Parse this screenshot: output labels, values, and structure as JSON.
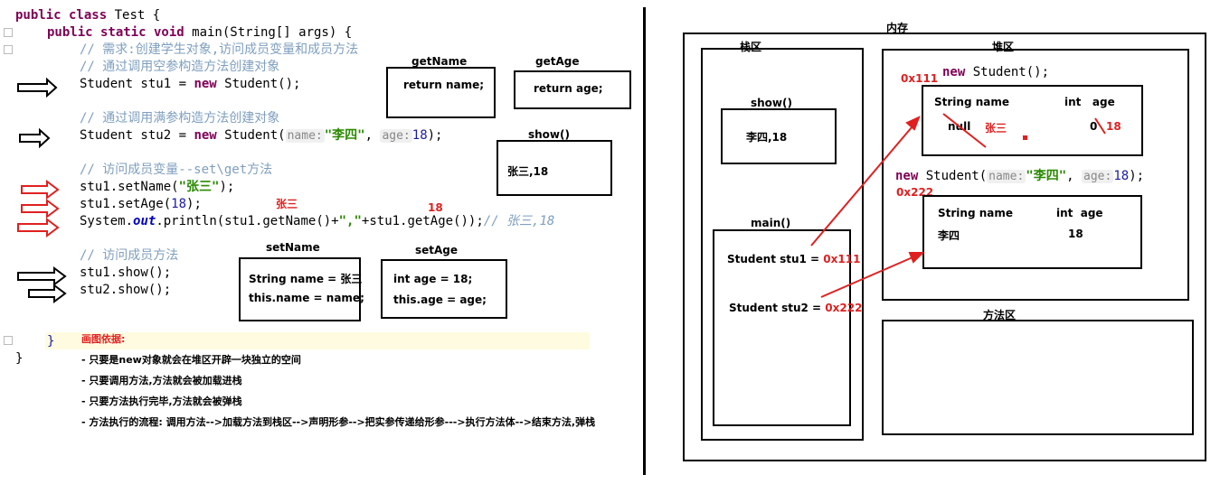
{
  "code": {
    "l1_kw": "public class",
    "l1_rest": " Test {",
    "l2_kw": "public static void",
    "l2_rest": " main(String[] args) {",
    "c1": "// 需求:创建学生对象,访问成员变量和成员方法",
    "c2": "// 通过调用空参构造方法创建对象",
    "l5_a": "Student stu1 = ",
    "l5_kw": "new",
    "l5_b": " Student();",
    "c3": "// 通过调用满参构造方法创建对象",
    "l8_a": "Student stu2 = ",
    "l8_kw": "new",
    "l8_b": " Student(",
    "hint_name": "name:",
    "str_lisi": "\"李四\"",
    "hint_age": "age:",
    "num_18": "18",
    "l8_end": ");",
    "c4": "// 访问成员变量--set\\get方法",
    "l11_a": "stu1.setName(",
    "str_zhangsan": "\"张三\"",
    "l11_b": ");",
    "l12_a": "stu1.setAge(",
    "l12_num": "18",
    "l12_b": ");",
    "l13_a": "System.",
    "l13_out": "out",
    "l13_b": ".println(stu1.getName()+",
    "l13_str": "\",\"",
    "l13_c": "+stu1.getAge());",
    "l13_cm": "// 张三,18",
    "c5": "// 访问成员方法",
    "l16": "stu1.show();",
    "l17": "stu2.show();",
    "close_inner": "}",
    "close_outer": "}"
  },
  "boxes": {
    "getName_title": "getName",
    "getName_body": "return name;",
    "getAge_title": "getAge",
    "getAge_body": "return age;",
    "show_title": "show()",
    "show_body": "张三,18",
    "setName_title": "setName",
    "setName_l1": "String name = 张三",
    "setName_l2": "this.name = name;",
    "setAge_title": "setAge",
    "setAge_l1": "int age = 18;",
    "setAge_l2": "this.age = age;",
    "red_zhangsan": "张三",
    "red_18": "18"
  },
  "notes": {
    "title": "画图依据:",
    "n1": "- 只要是new对象就会在堆区开辟一块独立的空间",
    "n2": "- 只要调用方法,方法就会被加载进栈",
    "n3": "- 只要方法执行完毕,方法就会被弹栈",
    "n4": "- 方法执行的流程: 调用方法-->加载方法到栈区-->声明形参-->把实参传递给形参--->执行方法体-->结束方法,弹栈"
  },
  "memory": {
    "title": "内存",
    "stack_label": "栈区",
    "heap_label": "堆区",
    "method_area_label": "方法区",
    "show_frame_title": "show()",
    "show_frame_body": "李四,18",
    "main_frame_title": "main()",
    "stu1_label": "Student stu1 = ",
    "stu1_addr": "0x111",
    "stu2_label": "Student stu2 = ",
    "stu2_addr": "0x222",
    "obj1_addr": "0x111",
    "obj1_new_kw": "new",
    "obj1_new_rest": " Student();",
    "obj1_field_name": "String name",
    "obj1_field_age": "int   age",
    "obj1_null": "null",
    "obj1_name_val": "张三",
    "obj1_zero": "0",
    "obj1_age_val": "18",
    "obj2_new_kw": "new",
    "obj2_new_rest": " Student(",
    "obj2_hint_name": "name:",
    "obj2_str": "\"李四\"",
    "obj2_hint_age": "age:",
    "obj2_num": "18",
    "obj2_end": ");",
    "obj2_addr": "0x222",
    "obj2_field_name": "String name",
    "obj2_field_age": "int  age",
    "obj2_name_val": "李四",
    "obj2_age_val": "18"
  },
  "colors": {
    "keyword": "#7f0055",
    "comment": "#7f9fbf",
    "string": "#2a8a00",
    "red": "#e02020"
  }
}
